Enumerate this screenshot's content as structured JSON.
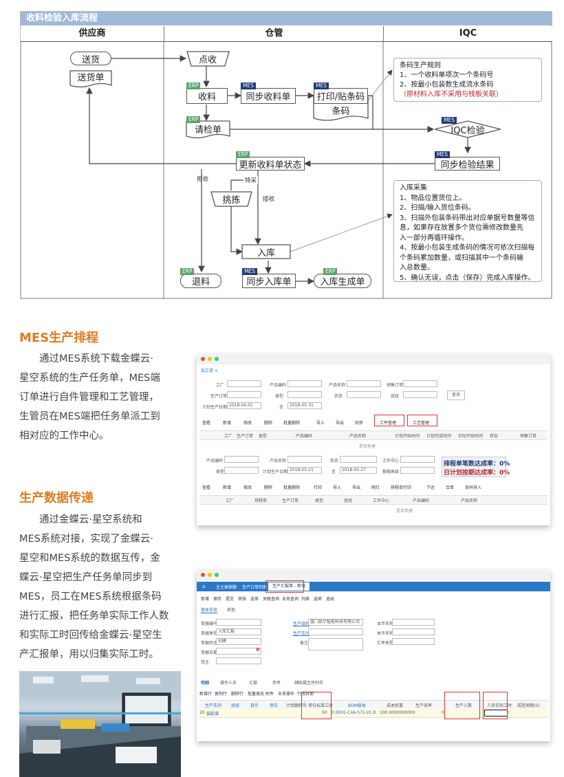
{
  "flow": {
    "title": "收料检验入库流程",
    "columns": [
      "供应商",
      "仓管",
      "IQC"
    ],
    "boxes": {
      "send": "送货",
      "send_note": "送货单",
      "count": "点收",
      "receive": "收料",
      "sync_receipt": "同步收料单",
      "print_barcode": "打印/贴条码",
      "barcode": "条码",
      "inspect_req": "请检单",
      "iqc_inspect": "IQC检验",
      "update_status": "更新收料单状态",
      "sync_result": "同步检验结果",
      "pick": "挑拣",
      "stock_in": "入库",
      "return": "退料",
      "sync_stockin": "同步入库单",
      "stockin_gen": "入库生成单"
    },
    "labels": {
      "reject": "拒收",
      "special": "特采",
      "accept": "接收"
    },
    "tags": {
      "erp": "ERP",
      "mes": "MES"
    },
    "note1": {
      "title": "条码生产规则",
      "items": [
        "1、一个收料单项次一个条码号",
        "2、按最小包装数生成流水条码"
      ],
      "red": "（原材料入库不采用与栈板关联）"
    },
    "note2": {
      "title": "入库采集",
      "items": [
        "1、物品位置货位上。",
        "2、扫描/输入货位条码。",
        "3、扫描外包装条码带出对应单据号数量等信",
        "   息，如果存在放置多个货位需修改数量先",
        "   入一部分再循环操作。",
        "4、按最小包装生成条码的情况可依次扫描每",
        "   个条码累加数量，或扫描其中一个条码输",
        "   入总数量。",
        "5、确认无误，点击（保存）完成入库操作。"
      ]
    }
  },
  "sec1": {
    "title": "MES生产排程",
    "lines": [
      "　　通过MES系统下载金蝶云·",
      "星空系统的生产任务单，MES端",
      "订单进行自件管理和工艺管理，",
      "生管员在MES端把任务单派工到",
      "相对应的工作中心。"
    ]
  },
  "sec2": {
    "title": "生产数据传递",
    "lines": [
      "　　通过金蝶云·星空系统和",
      "MES系统对接，实现了金蝶云·",
      "星空和MES系统的数据互传，金",
      "蝶云·星空把生产任务单同步到",
      "MES，员工在MES系统根据条码",
      "进行汇报，把任务单实际工作人数",
      "和实际工时回传给金蝶云·星空生",
      "产汇报单，用以归集实际工时。"
    ]
  },
  "shot1": {
    "tab": "加工单 ×",
    "f1": [
      "工厂",
      "产品编码",
      "产品名称",
      "销售订单"
    ],
    "f2": [
      "生产订单",
      "类型",
      "状态",
      "班组"
    ],
    "f3": [
      "计划生产日期",
      "2018-04-01",
      "至",
      "2018-05-31"
    ],
    "query": "查询",
    "tb1": [
      "查看",
      "新增",
      "修改",
      "删除",
      "批量删除",
      "导入",
      "导出",
      "同步",
      "工件管理",
      "工艺管理"
    ],
    "cols1": [
      "工厂",
      "生产订单",
      "类型",
      "产品编码",
      "产品名称",
      "计划开始时间",
      "计划完成时间",
      "实际开始时间",
      "状态",
      "销售订单"
    ],
    "nodata": "是否新建",
    "f4": [
      "产品编码",
      "产品名称",
      "状态",
      "工作中心"
    ],
    "f5": [
      "类型",
      "计划生产日期",
      "2018-05-21",
      "至",
      "2018-05-27",
      "报期高级"
    ],
    "rate1": "排程单笔数达成率：0%",
    "rate2": "日计划按期达成率：0%",
    "tb2": [
      "查看",
      "新增",
      "修改",
      "删除",
      "批量删除",
      "打印",
      "导入",
      "导出",
      "刷灯",
      "排程单打印",
      "下达",
      "合单",
      "条码导入"
    ],
    "cols2": [
      "工厂",
      "排程单",
      "生产订单",
      "类型",
      "班组",
      "工作中心",
      "产品编码",
      "产品名称"
    ],
    "nodata2": "是否新建"
  },
  "shot2": {
    "tabs": [
      "主之家顾题",
      "生产订单列表",
      "生产汇报单 - 新增"
    ],
    "menu": [
      "新增",
      "保存",
      "提交",
      "审核",
      "选单",
      "关联查询",
      "业务查询",
      "列表",
      "选项",
      "退出"
    ],
    "subtabs": [
      "基本信息",
      "其他"
    ],
    "left_labels": [
      "单据编号",
      "单据类型",
      "单据状态",
      "单据日期",
      "货主"
    ],
    "left_values": [
      "",
      "入库汇报",
      "创建",
      "",
      ""
    ],
    "mid_labels": [
      "生产组织",
      "生产车间",
      "备注"
    ],
    "mid_values": [
      "厦门凯尔智能科技有限公司",
      "",
      ""
    ],
    "right_labels": [
      "本币名称",
      "本币名称",
      "汇率类型"
    ],
    "detail_tabs": [
      "明细",
      "操作人员",
      "汇报",
      "参考",
      "辅助属生序列号"
    ],
    "detail_menu": [
      "新增行",
      "复制行",
      "删除行",
      "批量填充",
      "附件",
      "业务操作",
      "行改其他"
    ],
    "cols": [
      "生产车间",
      "班组",
      "批号",
      "单位",
      "计划跟踪号",
      "单位标准工时",
      "BOM版本",
      "成本权重",
      "生产效率",
      "生产人数",
      "人员实际工时",
      "成型周期(S)"
    ],
    "row": [
      "20",
      "装配课",
      "",
      "",
      "",
      "50",
      "0.0001-C4A-S71-V1.8",
      "100.0000000000",
      "0",
      "",
      "",
      "0"
    ]
  }
}
